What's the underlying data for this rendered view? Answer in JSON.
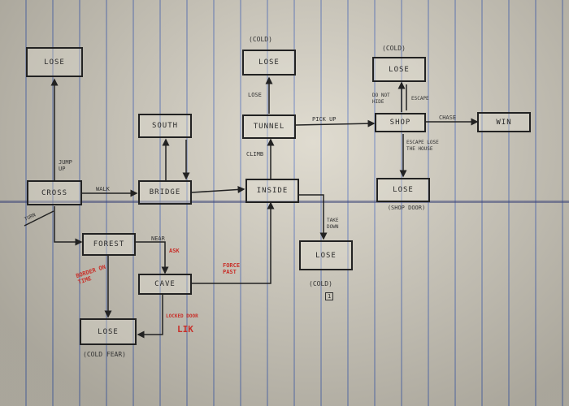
{
  "nodes": {
    "lose_top_left": "LOSE",
    "center_left": "CROSS",
    "fork": "FOREST",
    "lose_bottom_left": "LOSE",
    "north_small": "SOUTH",
    "bridge": "BRIDGE",
    "cave": "CAVE",
    "lose_top_mid": "LOSE",
    "tunnel": "TUNNEL",
    "inside": "INSIDE",
    "lose_mid": "LOSE",
    "lose_top_right": "LOSE",
    "shop": "SHOP",
    "win": "WIN",
    "lose_right": "LOSE"
  },
  "labels": {
    "cold_top": "(COLD)",
    "cold_right_top": "(COLD)",
    "cold_mid": "(COLD)",
    "cold_bottom_left": "(COLD FEAR)",
    "shop_caption": "(SHOP DOOR)",
    "jump_up": "JUMP UP",
    "walk": "WALK",
    "lose_small": "LOSE",
    "climb": "CLIMB",
    "pick_up": "PICK UP",
    "shop_notes": "DO NOT HIDE",
    "escape": "ESCAPE",
    "chase": "CHASE",
    "shop_side": "ESCAPE LOSE THE HOUSE",
    "take_down": "TAKE DOWN",
    "near": "NEAR",
    "ask": "ASK",
    "force": "FORCE PAST",
    "lose_left_red": "BORDER ON TIME",
    "lose_bottom_red": "LOCKED DOOR",
    "lik": "LIK",
    "flag": "1",
    "left_tick": "TURN"
  },
  "colors": {
    "ink": "#222222",
    "red_ink": "#c8302a",
    "paper": "#d9d4c6",
    "rule": "#506ebe"
  }
}
